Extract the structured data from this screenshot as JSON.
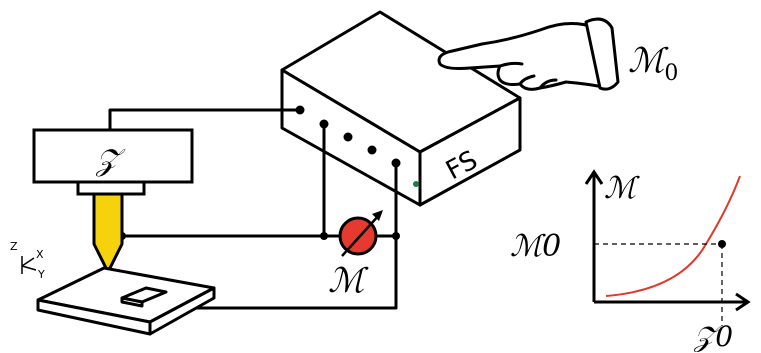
{
  "labels": {
    "control_box": "FS",
    "z_block": "𝒵",
    "meter": "ℳ",
    "hand_setpoint_main": "ℳ",
    "hand_setpoint_sub": "0",
    "axes_z": "Z",
    "axes_x": "X",
    "axes_y": "Y"
  },
  "chart_data": {
    "type": "line",
    "title": "",
    "xlabel": "",
    "ylabel": "ℳ",
    "ytick_labels": [
      "ℳ0"
    ],
    "xtick_labels": [
      "𝒵0"
    ],
    "curve_color": "#e0392b",
    "reference_point": {
      "x_label": "𝒵0",
      "y_label": "ℳ0"
    }
  },
  "colors": {
    "probe": "#f5d20c",
    "meter": "#e53a2f",
    "curve": "#e0392b",
    "led": "#1f7a4a"
  }
}
